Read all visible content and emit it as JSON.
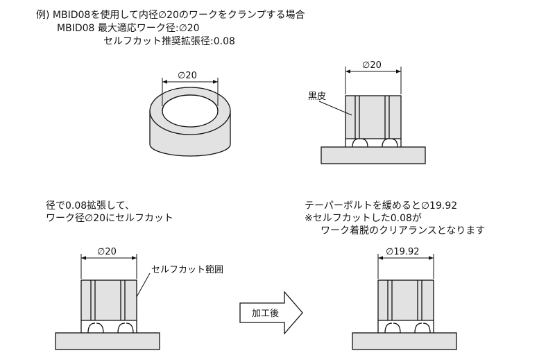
{
  "header": {
    "line1": "例) MBID08を使用して内径∅20のワークをクランプする場合",
    "line2": "MBID08 最大適応ワーク径:∅20",
    "line3": "セルフカット推奨拡張径:0.08"
  },
  "fig1": {
    "dim": "∅20"
  },
  "fig2": {
    "dim": "∅20",
    "callout": "黒皮"
  },
  "fig3": {
    "caption1": "径で0.08拡張して、",
    "caption2": "ワーク径∅20にセルフカット",
    "dim": "∅20",
    "callout": "セルフカット範囲"
  },
  "arrow": {
    "label": "加工後"
  },
  "fig4": {
    "caption1": "テーパーボルトを緩めると∅19.92",
    "caption2": "※セルフカットした0.08が",
    "caption3": "ワーク着脱のクリアランスとなります",
    "dim": "∅19.92"
  }
}
